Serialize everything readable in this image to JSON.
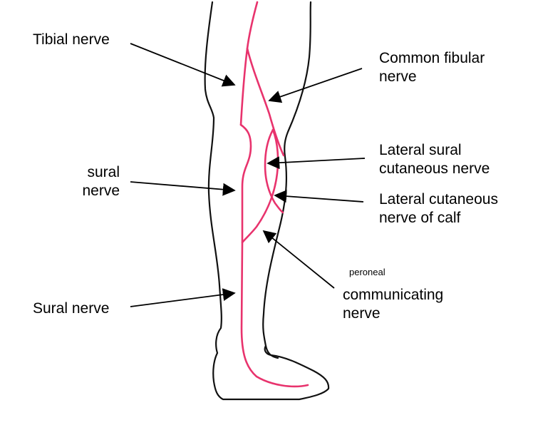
{
  "colors": {
    "outline": "#111111",
    "nerve": "#e8336d",
    "arrow": "#000000",
    "text": "#000000",
    "background": "#ffffff"
  },
  "labels": {
    "tibial": "Tibial nerve",
    "common_fibular": [
      "Common fibular",
      "nerve"
    ],
    "lateral_sural": [
      "Lateral sural",
      "cutaneous nerve"
    ],
    "sural_upper": [
      "sural",
      "nerve"
    ],
    "lateral_cutaneous_calf": [
      "Lateral cutaneous",
      "nerve of calf"
    ],
    "peroneal": "peroneal",
    "communicating": [
      "communicating",
      "nerve"
    ],
    "sural_lower": "Sural nerve"
  }
}
